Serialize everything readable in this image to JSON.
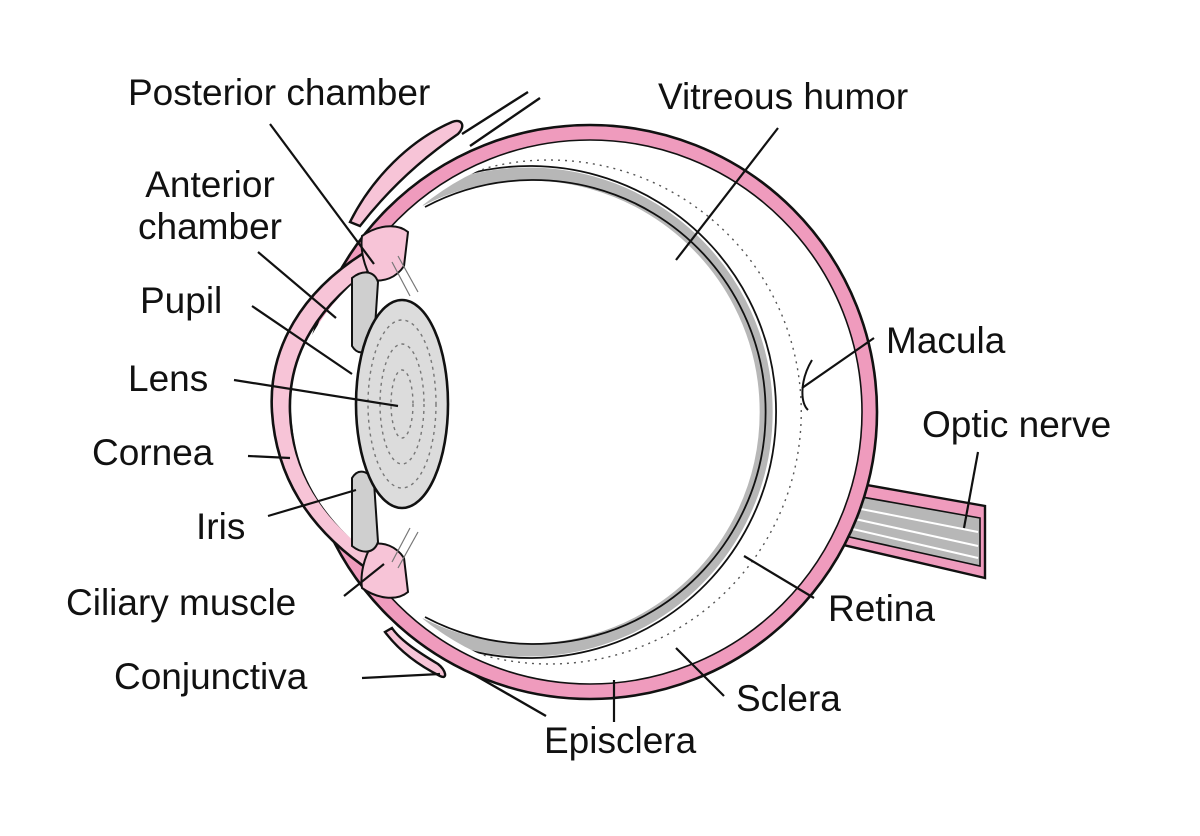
{
  "colors": {
    "sclera_pink": "#ef9bbd",
    "conjunctiva_pink": "#f7c4d7",
    "retina_gray": "#b7b7b7",
    "lens_gray": "#dcdcdc",
    "outline": "#111111"
  },
  "labels": {
    "posterior_chamber": "Posterior chamber",
    "vitreous_humor": "Vitreous humor",
    "anterior_chamber": "Anterior\nchamber",
    "pupil": "Pupil",
    "lens": "Lens",
    "cornea": "Cornea",
    "iris": "Iris",
    "ciliary_muscle": "Ciliary muscle",
    "conjunctiva": "Conjunctiva",
    "macula": "Macula",
    "optic_nerve": "Optic nerve",
    "retina": "Retina",
    "sclera": "Sclera",
    "episclera": "Episclera"
  }
}
